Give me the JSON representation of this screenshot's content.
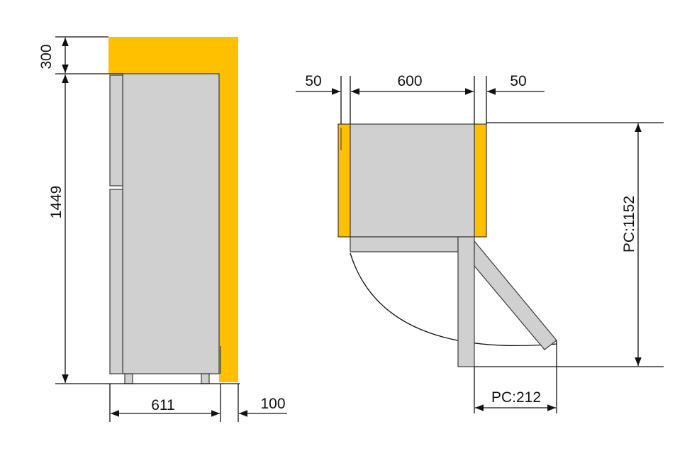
{
  "colors": {
    "cabinet": "#ffc000",
    "appliance": "#d0d0d0",
    "outline": "#3a3a3a",
    "line": "#111111"
  },
  "side_view": {
    "top_clearance": "300",
    "height": "1449",
    "depth": "611",
    "back_clearance": "100"
  },
  "plan_view": {
    "left_clearance": "50",
    "width": "600",
    "right_clearance": "50",
    "door_open_depth": "PC:1152",
    "door_swing_width": "PC:212"
  }
}
